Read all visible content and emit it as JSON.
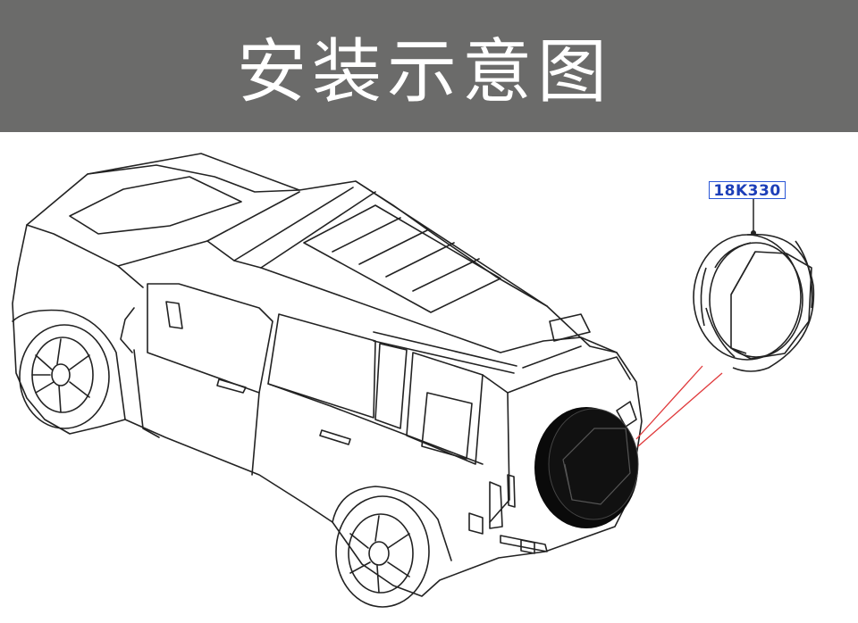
{
  "header": {
    "title": "安装示意图",
    "background_color": "#6b6b6a",
    "text_color": "#ffffff"
  },
  "diagram": {
    "part_number": "18K330",
    "label_color": "#1d3fb8",
    "leader_line_color": "#e0393b",
    "subject_icon": "suv-rear-three-quarter-outline",
    "part_icon": "spare-wheel-cover"
  }
}
